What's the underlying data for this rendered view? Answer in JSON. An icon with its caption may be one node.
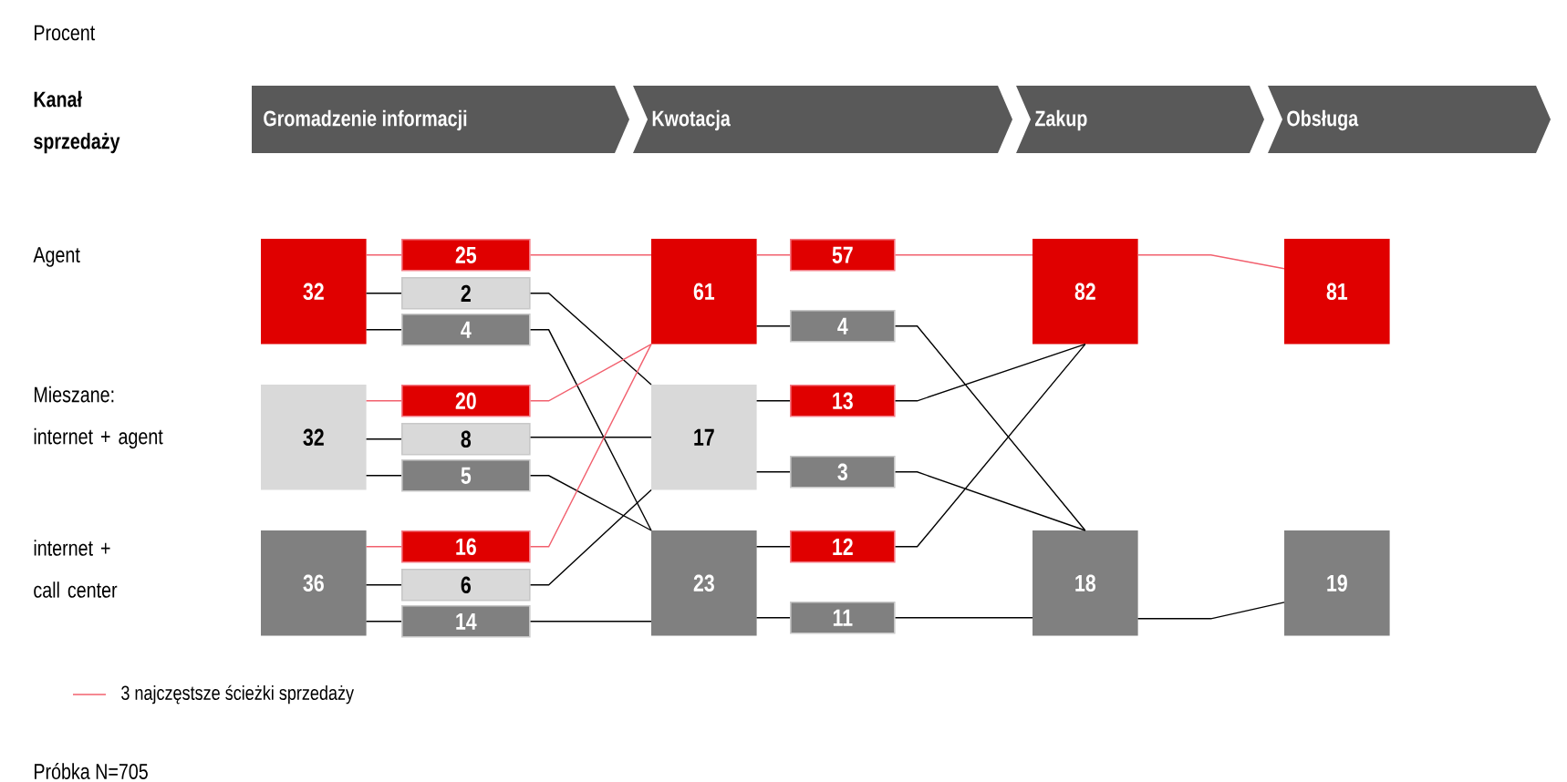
{
  "diagram": {
    "nodes": [
      {
        "text": [
          "Gromadzenie informacji"
        ]
      },
      {
        "text": [
          "Kwotacja"
        ]
      },
      {
        "text": [
          "Zakup"
        ]
      },
      {
        "text": [
          "Obsługa"
        ]
      },
      {
        "text": [
          "32"
        ]
      },
      {
        "text": [
          "32"
        ]
      },
      {
        "text": [
          "36"
        ]
      },
      {
        "text": [
          "25"
        ]
      },
      {
        "text": [
          "2"
        ]
      },
      {
        "text": [
          "4"
        ]
      },
      {
        "text": [
          "20"
        ]
      },
      {
        "text": [
          "8"
        ]
      },
      {
        "text": [
          "5"
        ]
      },
      {
        "text": [
          "16"
        ]
      },
      {
        "text": [
          "6"
        ]
      },
      {
        "text": [
          "14"
        ]
      },
      {
        "text": [
          "61"
        ]
      },
      {
        "text": [
          "17"
        ]
      },
      {
        "text": [
          "23"
        ]
      },
      {
        "text": [
          "57"
        ]
      },
      {
        "text": [
          "4"
        ]
      },
      {
        "text": [
          "13"
        ]
      },
      {
        "text": [
          "3"
        ]
      },
      {
        "text": [
          "12"
        ]
      },
      {
        "text": [
          "11"
        ]
      },
      {
        "text": [
          "82"
        ]
      },
      {
        "text": [
          "18"
        ]
      },
      {
        "text": [
          "81"
        ]
      },
      {
        "text": [
          "19"
        ]
      }
    ],
    "edges": [
      {
        "from": 4,
        "to": 7,
        "arrow": "none",
        "color": "#f2606e"
      },
      {
        "from": 4,
        "to": 8,
        "arrow": "none"
      },
      {
        "from": 4,
        "to": 9,
        "arrow": "none"
      },
      {
        "from": 5,
        "to": 10,
        "arrow": "none",
        "color": "#f2606e"
      },
      {
        "from": 5,
        "to": 11,
        "arrow": "none"
      },
      {
        "from": 5,
        "to": 12,
        "arrow": "none"
      },
      {
        "from": 6,
        "to": 13,
        "arrow": "none",
        "color": "#f2606e"
      },
      {
        "from": 6,
        "to": 14,
        "arrow": "none"
      },
      {
        "from": 6,
        "to": 15,
        "arrow": "none"
      },
      {
        "from": 7,
        "to": 16,
        "arrow": "none",
        "color": "#f2606e"
      },
      {
        "from": 8,
        "to": 17,
        "arrow": "none"
      },
      {
        "from": 9,
        "to": 18,
        "arrow": "none"
      },
      {
        "from": 10,
        "to": 16,
        "arrow": "none",
        "color": "#f2606e"
      },
      {
        "from": 11,
        "to": 17,
        "arrow": "none"
      },
      {
        "from": 12,
        "to": 18,
        "arrow": "none"
      },
      {
        "from": 13,
        "to": 16,
        "arrow": "none",
        "color": "#f2606e"
      },
      {
        "from": 14,
        "to": 17,
        "arrow": "none"
      },
      {
        "from": 15,
        "to": 18,
        "arrow": "none"
      },
      {
        "from": 16,
        "to": 19,
        "arrow": "none",
        "color": "#f2606e"
      },
      {
        "from": 16,
        "to": 20,
        "arrow": "none"
      },
      {
        "from": 17,
        "to": 21,
        "arrow": "none"
      },
      {
        "from": 17,
        "to": 22,
        "arrow": "none"
      },
      {
        "from": 18,
        "to": 23,
        "arrow": "none"
      },
      {
        "from": 18,
        "to": 24,
        "arrow": "none"
      },
      {
        "from": 19,
        "to": 25,
        "arrow": "none",
        "color": "#f2606e"
      },
      {
        "from": 20,
        "to": 26,
        "arrow": "none"
      },
      {
        "from": 21,
        "to": 25,
        "arrow": "none"
      },
      {
        "from": 22,
        "to": 26,
        "arrow": "none"
      },
      {
        "from": 23,
        "to": 25,
        "arrow": "none"
      },
      {
        "from": 24,
        "to": 26,
        "arrow": "none"
      },
      {
        "from": 25,
        "to": 27,
        "arrow": "none",
        "color": "#f2606e"
      },
      {
        "from": 26,
        "to": 28,
        "arrow": "none"
      }
    ],
    "labels": [
      "Procent",
      "Kanał sprzedaży",
      "Agent",
      "Mieszane: internet + agent",
      "internet + call center",
      "Próbka N=705"
    ],
    "legend": [
      {
        "text": "3 najczęstsze ścieżki sprzedaży"
      }
    ]
  }
}
